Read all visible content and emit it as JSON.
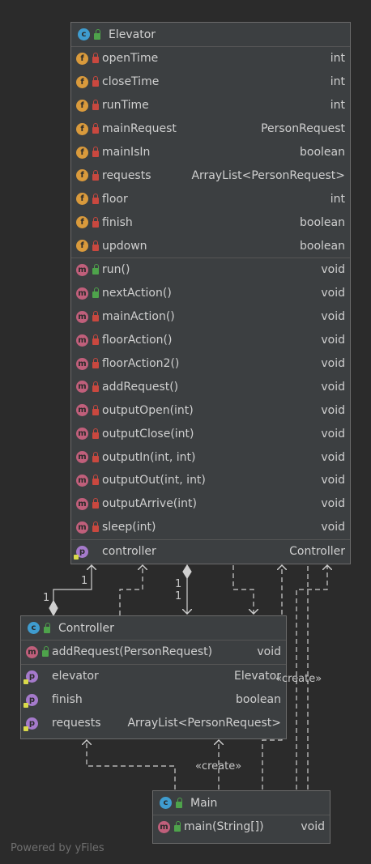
{
  "elevator": {
    "title": "Elevator",
    "fields": [
      {
        "name": "openTime",
        "type": "int"
      },
      {
        "name": "closeTime",
        "type": "int"
      },
      {
        "name": "runTime",
        "type": "int"
      },
      {
        "name": "mainRequest",
        "type": "PersonRequest"
      },
      {
        "name": "mainIsIn",
        "type": "boolean"
      },
      {
        "name": "requests",
        "type": "ArrayList<PersonRequest>"
      },
      {
        "name": "floor",
        "type": "int"
      },
      {
        "name": "finish",
        "type": "boolean"
      },
      {
        "name": "updown",
        "type": "boolean"
      }
    ],
    "methods": [
      {
        "name": "run()",
        "type": "void"
      },
      {
        "name": "nextAction()",
        "type": "void"
      },
      {
        "name": "mainAction()",
        "type": "void"
      },
      {
        "name": "floorAction()",
        "type": "void"
      },
      {
        "name": "floorAction2()",
        "type": "void"
      },
      {
        "name": "addRequest()",
        "type": "void"
      },
      {
        "name": "outputOpen(int)",
        "type": "void"
      },
      {
        "name": "outputClose(int)",
        "type": "void"
      },
      {
        "name": "outputIn(int, int)",
        "type": "void"
      },
      {
        "name": "outputOut(int, int)",
        "type": "void"
      },
      {
        "name": "outputArrive(int)",
        "type": "void"
      },
      {
        "name": "sleep(int)",
        "type": "void"
      }
    ],
    "properties": [
      {
        "name": "controller",
        "type": "Controller"
      }
    ]
  },
  "controller": {
    "title": "Controller",
    "methods": [
      {
        "name": "addRequest(PersonRequest)",
        "type": "void"
      }
    ],
    "properties": [
      {
        "name": "elevator",
        "type": "Elevator"
      },
      {
        "name": "finish",
        "type": "boolean"
      },
      {
        "name": "requests",
        "type": "ArrayList<PersonRequest>"
      }
    ]
  },
  "main": {
    "title": "Main",
    "methods": [
      {
        "name": "main(String[])",
        "type": "void"
      }
    ]
  },
  "edges": {
    "multiplicity_1a": "1",
    "multiplicity_1b": "1",
    "multiplicity_1c": "1",
    "multiplicity_1d": "1",
    "create_label_1": "«create»",
    "create_label_2": "«create»"
  },
  "badges": {
    "class": "c",
    "field": "f",
    "method": "m",
    "property": "p"
  },
  "colors": {
    "background": "#2b2b2b",
    "node": "#3c3f41",
    "class_badge": "#3f9ccf",
    "field_badge": "#d99a3c",
    "method_badge": "#c05f7b",
    "property_badge": "#a57acb"
  },
  "footer": "Powered by yFiles"
}
